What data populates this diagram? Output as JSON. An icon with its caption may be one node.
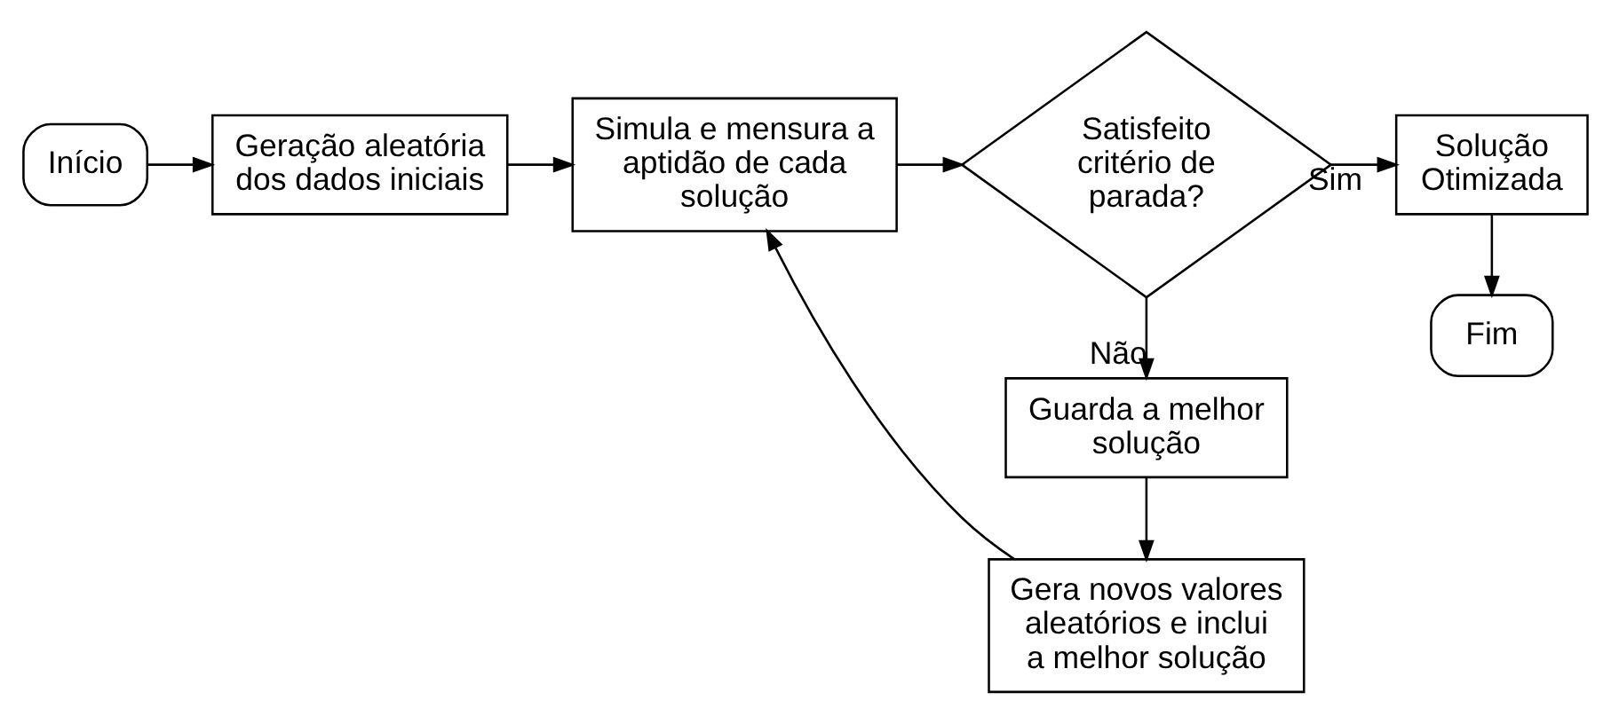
{
  "diagram": {
    "nodes": [
      {
        "text": [
          "Início"
        ]
      },
      {
        "text": [
          "Geração aleatória dos dados iniciais"
        ]
      },
      {
        "text": [
          "Simula e mensura a aptidão de cada solução"
        ]
      },
      {
        "text": [
          "Satisfeito critério de parada?"
        ]
      },
      {
        "text": [
          "Solução Otimizada"
        ]
      },
      {
        "text": [
          "Guarda a melhor solução"
        ]
      },
      {
        "text": [
          "Gera novos valores aleatórios e inclui a melhor solução"
        ]
      },
      {
        "text": [
          "Fim"
        ]
      }
    ],
    "edges": [
      {
        "from": 0,
        "to": 1,
        "arrow": "to"
      },
      {
        "from": 1,
        "to": 2,
        "arrow": "to"
      },
      {
        "from": 2,
        "to": 3,
        "arrow": "to"
      },
      {
        "from": 3,
        "to": 4,
        "arrow": "to",
        "label": "Sim"
      },
      {
        "from": 3,
        "to": 5,
        "arrow": "to",
        "label": "Não"
      },
      {
        "from": 5,
        "to": 6,
        "arrow": "to"
      },
      {
        "from": 6,
        "to": 2,
        "arrow": "to"
      },
      {
        "from": 4,
        "to": 7,
        "arrow": "to"
      }
    ]
  }
}
